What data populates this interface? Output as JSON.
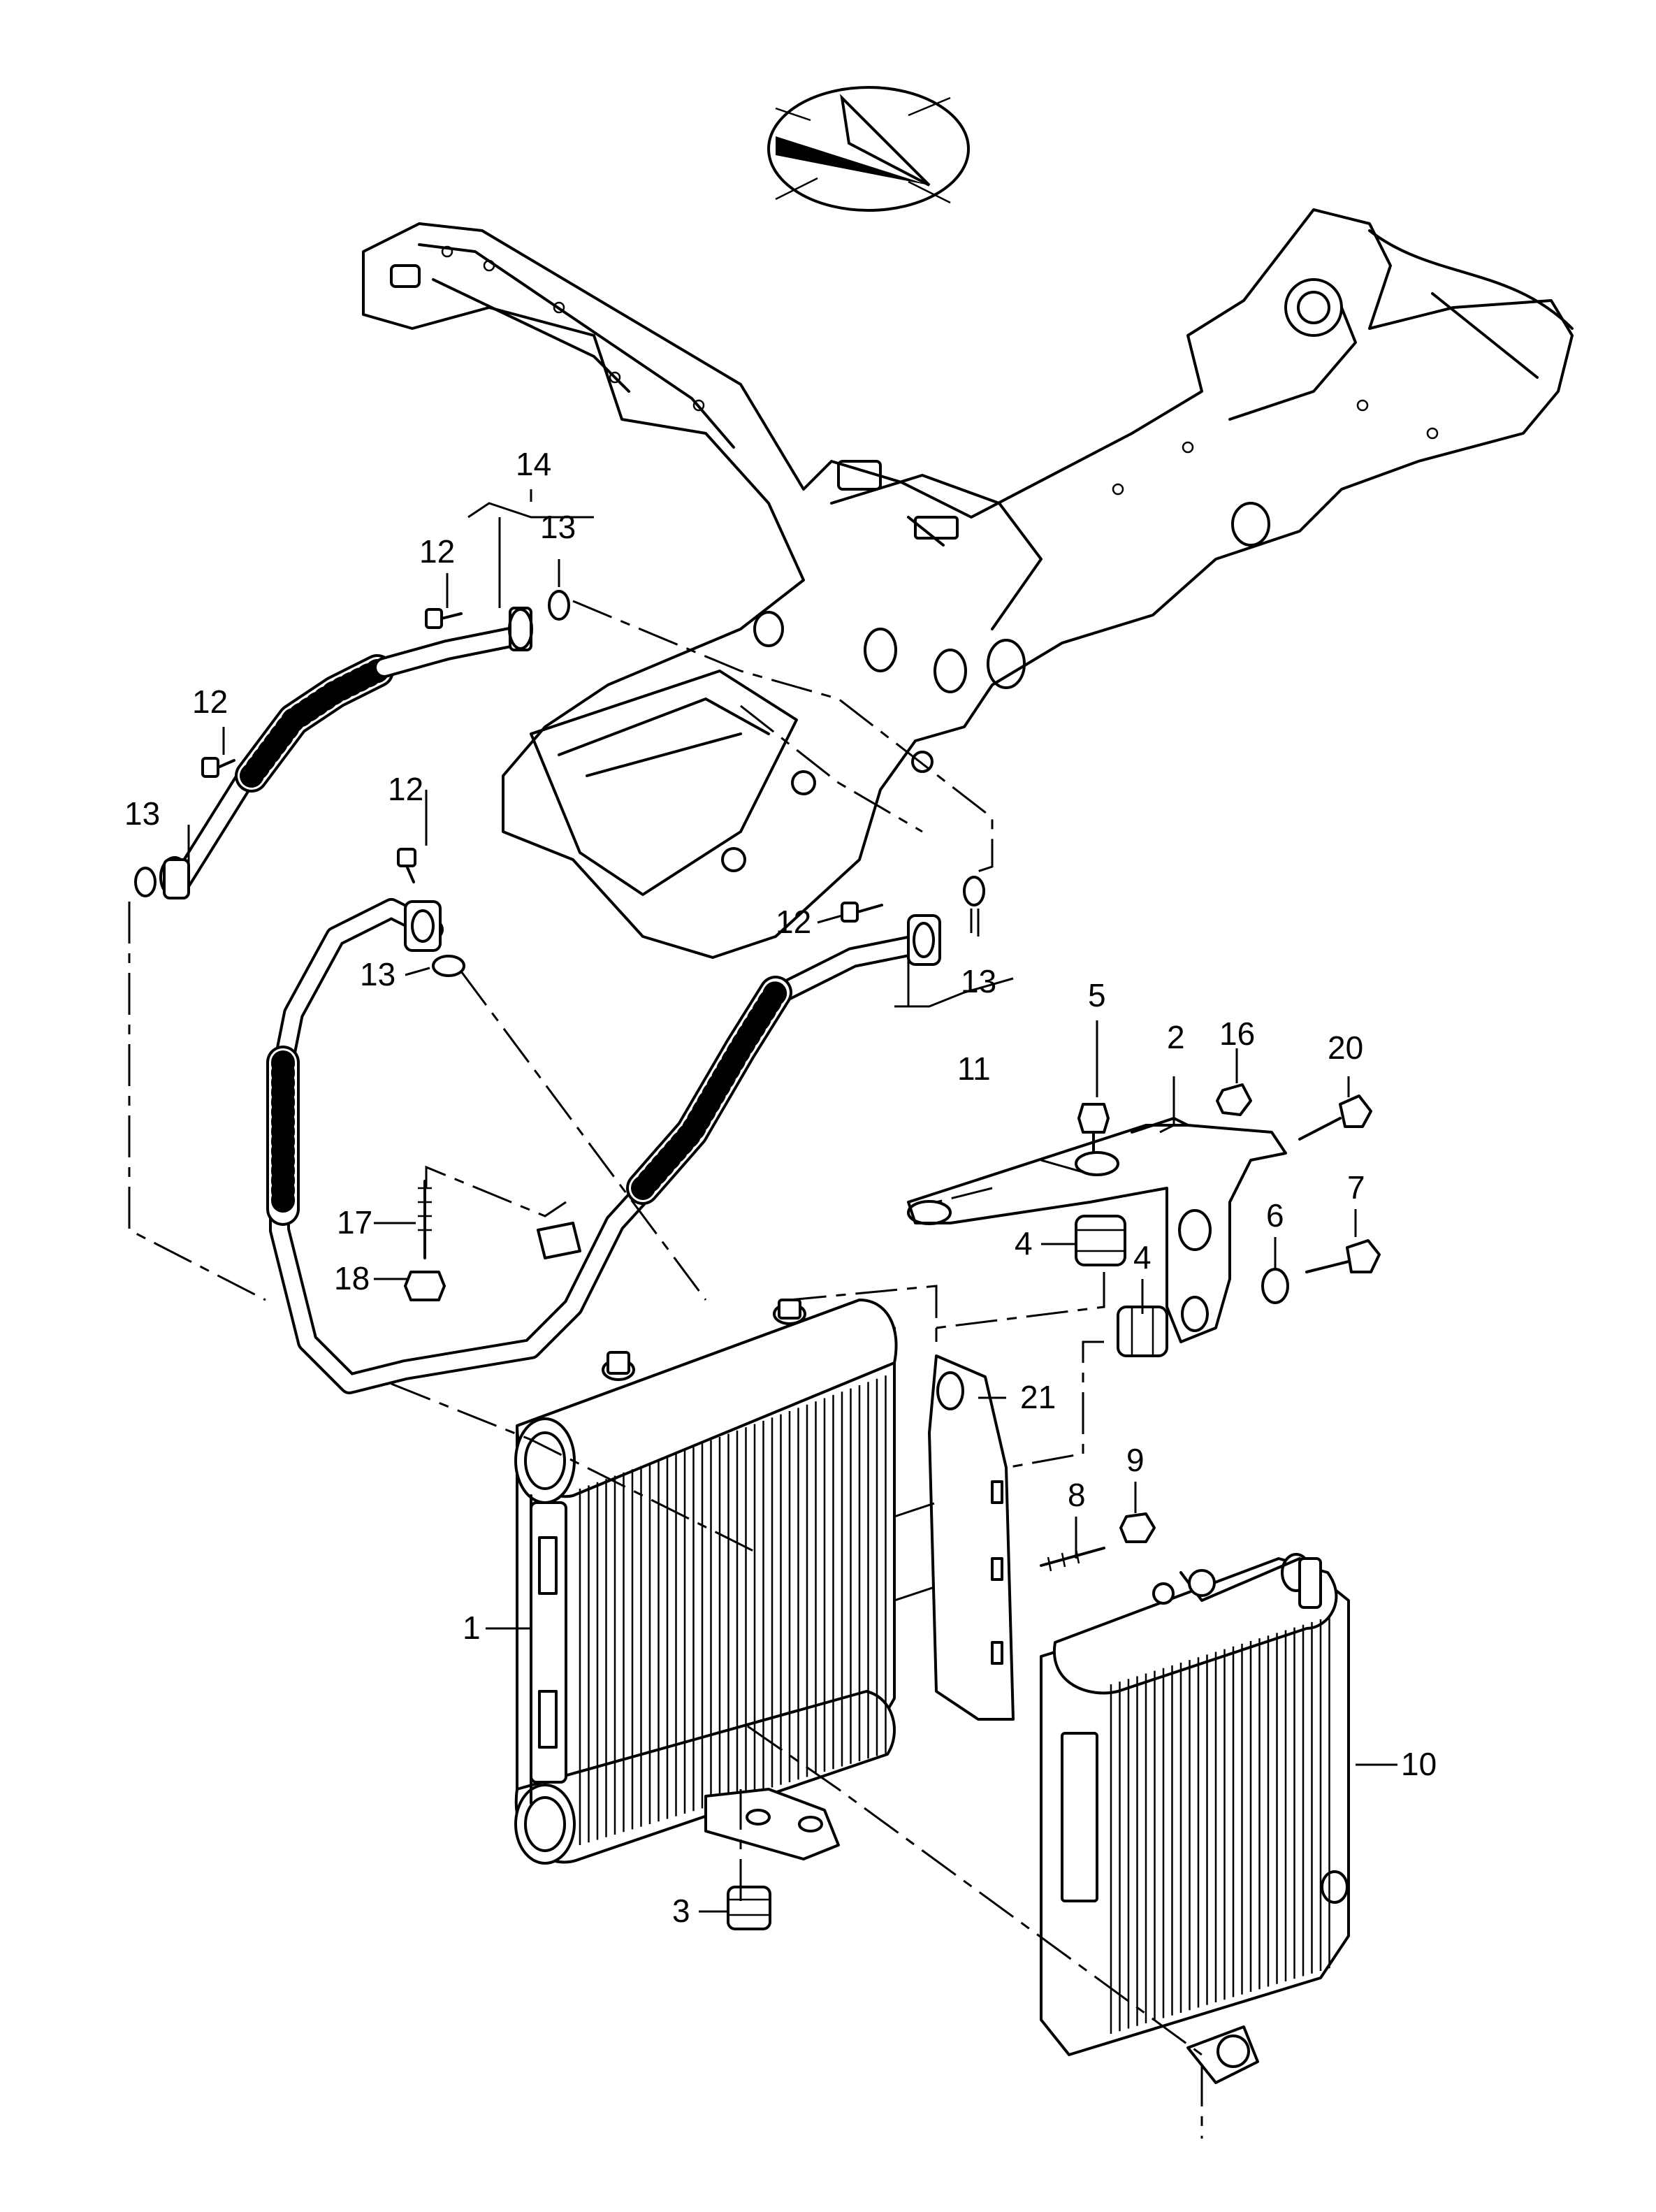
{
  "callouts": [
    {
      "id": "c1",
      "text": "1"
    },
    {
      "id": "c2",
      "text": "2"
    },
    {
      "id": "c3",
      "text": "3"
    },
    {
      "id": "c4a",
      "text": "4"
    },
    {
      "id": "c4b",
      "text": "4"
    },
    {
      "id": "c5",
      "text": "5"
    },
    {
      "id": "c6",
      "text": "6"
    },
    {
      "id": "c7",
      "text": "7"
    },
    {
      "id": "c8",
      "text": "8"
    },
    {
      "id": "c9",
      "text": "9"
    },
    {
      "id": "c10",
      "text": "10"
    },
    {
      "id": "c11",
      "text": "11"
    },
    {
      "id": "c12a",
      "text": "12"
    },
    {
      "id": "c12b",
      "text": "12"
    },
    {
      "id": "c12c",
      "text": "12"
    },
    {
      "id": "c12d",
      "text": "12"
    },
    {
      "id": "c13a",
      "text": "13"
    },
    {
      "id": "c13b",
      "text": "13"
    },
    {
      "id": "c13c",
      "text": "13"
    },
    {
      "id": "c13d",
      "text": "13"
    },
    {
      "id": "c14",
      "text": "14"
    },
    {
      "id": "c16",
      "text": "16"
    },
    {
      "id": "c17",
      "text": "17"
    },
    {
      "id": "c18",
      "text": "18"
    },
    {
      "id": "c20",
      "text": "20"
    },
    {
      "id": "c21",
      "text": "21"
    }
  ]
}
